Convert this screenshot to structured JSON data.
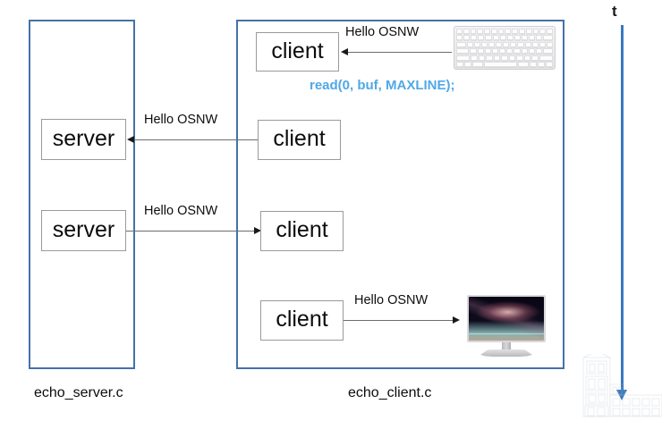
{
  "diagram": {
    "title_axis": {
      "label": "t"
    },
    "panes": [
      {
        "id": "server-pane",
        "caption": "echo_server.c"
      },
      {
        "id": "client-pane",
        "caption": "echo_client.c"
      }
    ],
    "nodes": [
      {
        "id": "client-1",
        "label": "client"
      },
      {
        "id": "server-1",
        "label": "server"
      },
      {
        "id": "client-2",
        "label": "client"
      },
      {
        "id": "server-2",
        "label": "server"
      },
      {
        "id": "client-3",
        "label": "client"
      },
      {
        "id": "client-4",
        "label": "client"
      }
    ],
    "messages": [
      {
        "id": "msg-keyboard-to-client",
        "label": "Hello OSNW",
        "direction": "left"
      },
      {
        "id": "msg-client-to-server",
        "label": "Hello OSNW",
        "direction": "left"
      },
      {
        "id": "msg-server-to-client",
        "label": "Hello OSNW",
        "direction": "right"
      },
      {
        "id": "msg-client-to-monitor",
        "label": "Hello OSNW",
        "direction": "right"
      }
    ],
    "code_caption": "read(0, buf, MAXLINE);",
    "devices": [
      {
        "id": "keyboard",
        "name": "keyboard-image"
      },
      {
        "id": "monitor",
        "name": "monitor-image"
      }
    ],
    "colors": {
      "pane_border": "#4472a8",
      "node_border": "#9a9a9a",
      "wire": "#6d6d6d",
      "code_text": "#4fa8e8",
      "time_axis": "#3a78bf",
      "text": "#0c0c0c"
    }
  }
}
